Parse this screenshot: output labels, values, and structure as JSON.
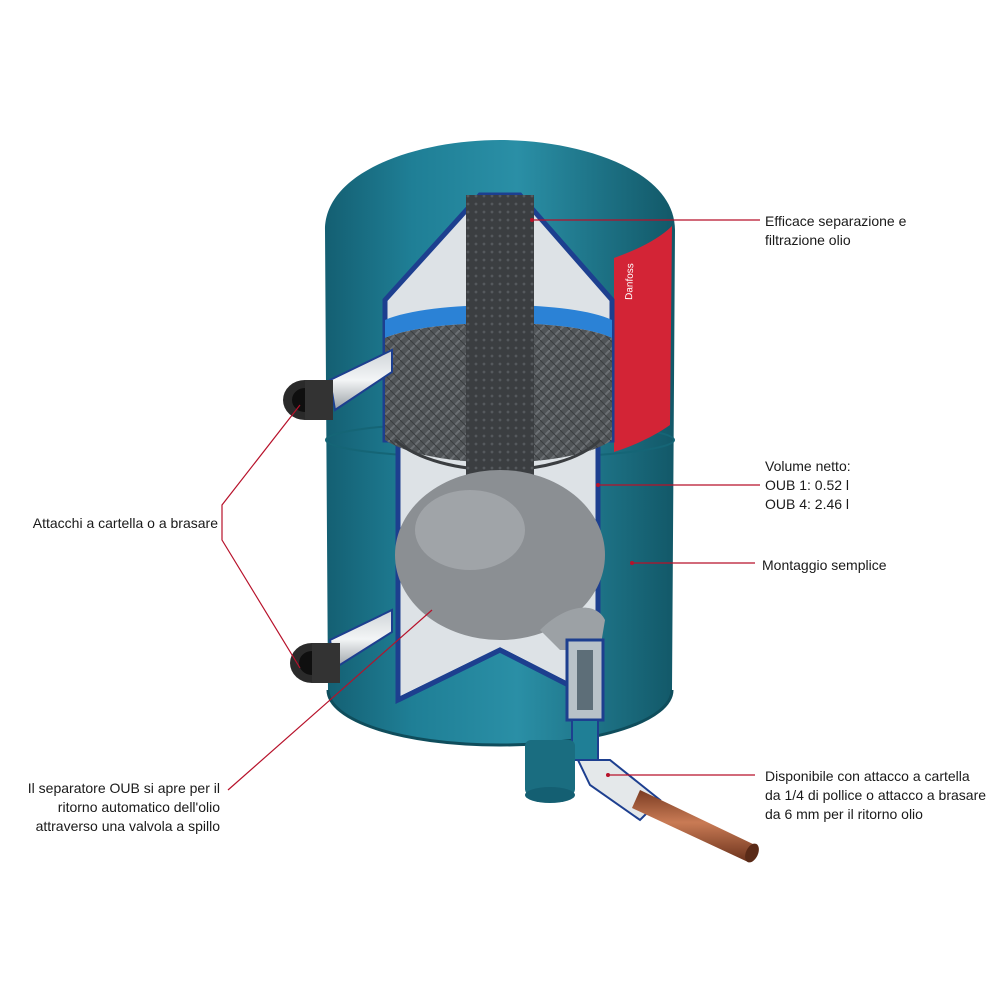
{
  "image_alt": "Cutaway of oil separator tank with callouts",
  "colors": {
    "tank_blue": "#1f7f96",
    "tank_dark": "#145f72",
    "cutaway_outline": "#1d3f8f",
    "cut_interior": "#dde2e6",
    "filter_dark": "#3b3e41",
    "float_grey": "#8b8f93",
    "label_red": "#d32436",
    "leader_line": "#b7112a",
    "copper": "#a85d3c"
  },
  "label_brand": "Danfoss",
  "callouts": {
    "filtration": [
      "Efficace separazione e",
      "filtrazione olio"
    ],
    "volume": [
      "Volume netto:",
      "OUB 1: 0.52 l",
      "OUB 4: 2.46 l"
    ],
    "mounting": [
      "Montaggio semplice"
    ],
    "return_connection": [
      "Disponibile con attacco a cartella",
      "da 1/4 di pollice o attacco a brasare",
      "da 6 mm per il ritorno olio"
    ],
    "connections": [
      "Attacchi a cartella o a brasare"
    ],
    "needle_valve": [
      "Il separatore OUB si apre per il",
      "ritorno automatico dell'olio",
      "attraverso una valvola a spillo"
    ]
  }
}
